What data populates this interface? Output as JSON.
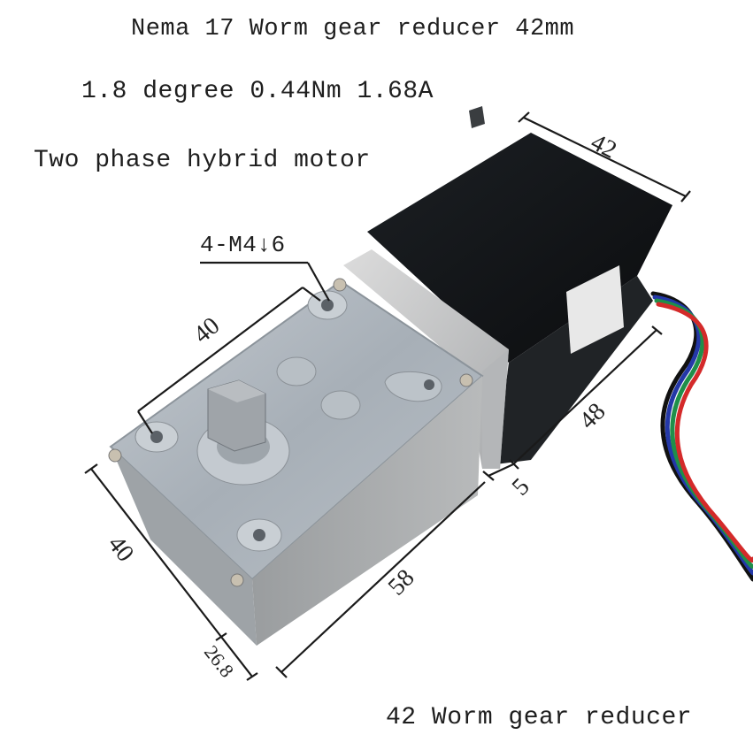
{
  "texts": {
    "title": "Nema 17 Worm gear reducer 42mm",
    "spec": "1.8 degree 0.44Nm 1.68A",
    "type": "Two phase hybrid motor",
    "caption": "42 Worm gear reducer"
  },
  "callout": {
    "label": "4-M4↓6"
  },
  "dimensions": {
    "motor_width": "42",
    "motor_length": "48",
    "flange": "5",
    "gearbox_length": "58",
    "gearbox_width_front": "40",
    "hole_spacing": "40",
    "shaft_offset": "26.8"
  },
  "colors": {
    "motor_body": "#121417",
    "gearbox": "#a9b0b7",
    "flange": "#c9cbcc",
    "wire_red": "#d42a2a",
    "wire_green": "#1f8f4a",
    "wire_blue": "#2438a8",
    "wire_black": "#111111",
    "dim_line": "#1a1a1a"
  }
}
